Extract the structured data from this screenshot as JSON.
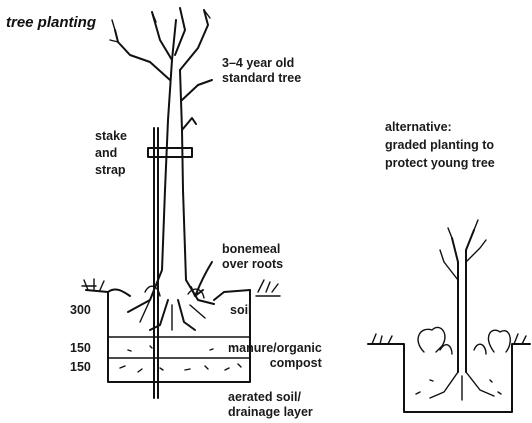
{
  "title": "tree planting",
  "labels": {
    "tree": [
      "3–4 year old",
      "standard tree"
    ],
    "stake": [
      "stake",
      "and",
      "strap"
    ],
    "bonemeal": [
      "bonemeal",
      "over roots"
    ],
    "soil": "soil",
    "manure": [
      "manure/organic",
      "compost"
    ],
    "aerated": [
      "aerated soil/",
      "drainage layer"
    ],
    "alternative": [
      "alternative:",
      "graded planting to",
      "protect young tree"
    ]
  },
  "depths": [
    "300",
    "150",
    "150"
  ]
}
